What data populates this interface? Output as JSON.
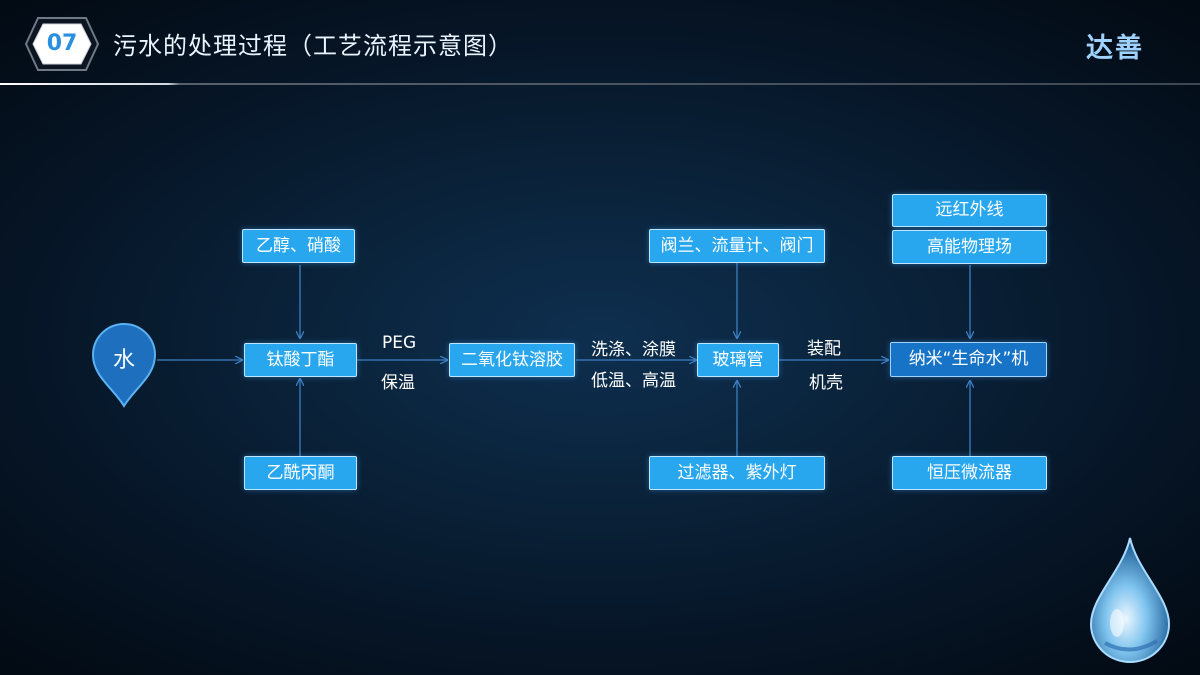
{
  "header": {
    "number": "07",
    "title": "污水的处理过程（工艺流程示意图）",
    "brand": "达善"
  },
  "caption": "",
  "nodes": {
    "water": "水",
    "titanate": "钛酸丁酯",
    "ethanol_nitric": "乙醇、硝酸",
    "acetylacetone": "乙酰丙酮",
    "tio2_sol": "二氧化钛溶胶",
    "valves": "阀兰、流量计、阀门",
    "glass_tube": "玻璃管",
    "filter_uv": "过滤器、紫外灯",
    "far_infrared": "远红外线",
    "high_energy_field": "高能物理场",
    "nano_machine": "纳米“生命水”机",
    "micro_flow": "恒压微流器"
  },
  "edge_labels": {
    "peg": "PEG",
    "keep_warm": "保温",
    "wash_coat": "洗涤、涂膜",
    "low_high_temp": "低温、高温",
    "assemble": "装配",
    "casing": "机壳"
  },
  "colors": {
    "box": "#29a7ee",
    "box_dark": "#1773c6",
    "line": "#3b7fc4",
    "background": "#0a2239"
  }
}
